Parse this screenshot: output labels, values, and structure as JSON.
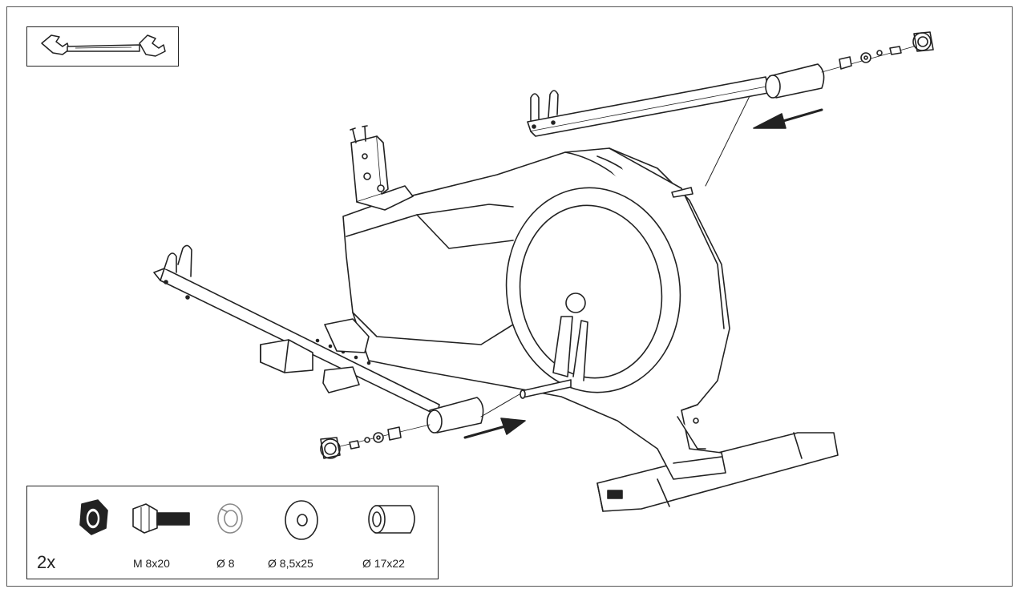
{
  "tool": {
    "icon": "wrench-icon"
  },
  "parts": {
    "quantity": "2x",
    "items": [
      {
        "icon": "cap-nut-icon",
        "label": ""
      },
      {
        "icon": "bolt-icon",
        "label": "M 8x20"
      },
      {
        "icon": "spring-washer-icon",
        "label": "Ø 8"
      },
      {
        "icon": "flat-washer-icon",
        "label": "Ø 8,5x25"
      },
      {
        "icon": "bushing-icon",
        "label": "Ø 17x22"
      }
    ]
  },
  "colors": {
    "line": "#222222",
    "fill": "#ffffff"
  }
}
